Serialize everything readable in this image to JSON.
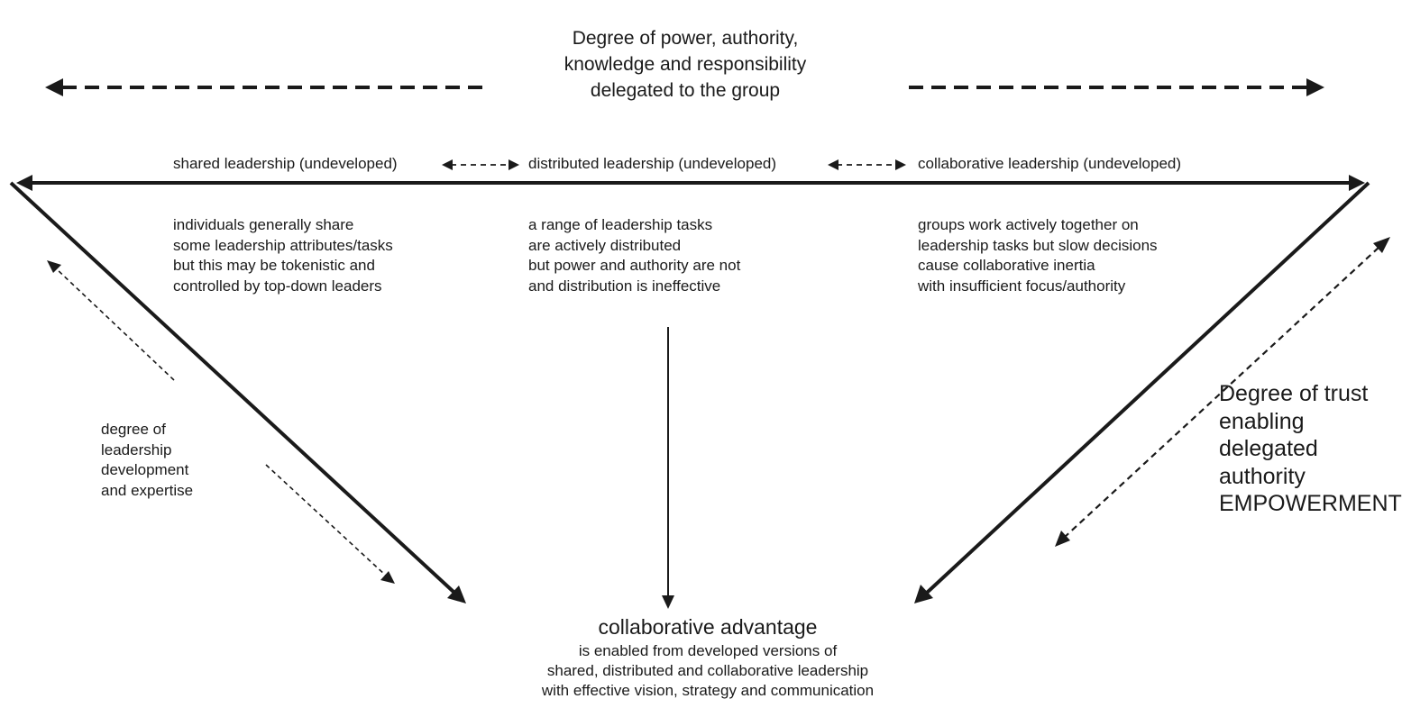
{
  "power_heading": {
    "lines": [
      "Degree of power, authority,",
      "knowledge and responsibility",
      "delegated to the group"
    ]
  },
  "leadership_types": [
    {
      "label": "shared leadership (undeveloped)",
      "description": [
        "individuals generally share",
        "some leadership attributes/tasks",
        "but this may be tokenistic and",
        "controlled by top-down leaders"
      ]
    },
    {
      "label": "distributed leadership (undeveloped)",
      "description": [
        "a range of leadership tasks",
        "are actively distributed",
        "but power and authority are not",
        "and distribution is ineffective"
      ]
    },
    {
      "label": "collaborative leadership (undeveloped)",
      "description": [
        "groups work actively together on",
        "leadership tasks but slow decisions",
        "cause collaborative inertia",
        "with insufficient focus/authority"
      ]
    }
  ],
  "development_note": {
    "lines": [
      "degree of",
      "leadership",
      "development",
      "and expertise"
    ]
  },
  "trust_note": {
    "lines": [
      "Degree of trust",
      "enabling",
      "delegated",
      "authority",
      "EMPOWERMENT"
    ]
  },
  "outcome": {
    "title": "collaborative advantage",
    "lines": [
      "is enabled from developed versions of",
      "shared, distributed and collaborative leadership",
      "with effective vision, strategy and communication"
    ]
  },
  "colors": {
    "ink": "#1a1a1a",
    "background": "#ffffff"
  }
}
